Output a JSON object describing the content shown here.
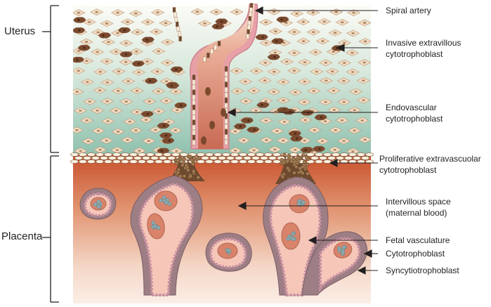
{
  "regions": {
    "uterus": "Uterus",
    "placenta": "Placenta"
  },
  "labels": {
    "spiral_artery": "Spiral artery",
    "invasive_line1": "Invasive extravillous",
    "invasive_line2": "cytotrophoblast",
    "endovascular_line1": "Endovascular",
    "endovascular_line2": "cytotrophoblast",
    "proliferative_line1": "Proliferative extravascuolar",
    "proliferative_line2": "cytotrophoblast",
    "intervillous_line1": "Intervillous space",
    "intervillous_line2": "(maternal blood)",
    "fetal_vasculature": "Fetal vasculature",
    "cytotrophoblast": "Cytotrophoblast",
    "syncytiotrophoblast": "Syncytiotrophoblast"
  },
  "colors": {
    "uterus_top": "#fbfbf6",
    "uterus_bottom": "#8fc1ae",
    "placenta_top": "#c8502c",
    "placenta_bottom": "#fbeee6",
    "decidual_cell": "#f3dcc0",
    "invasive_cell": "#7b4a2e",
    "artery_wall": "#e8a0a8",
    "artery_lumen": "#e08068",
    "villus_fill": "#f6c6b8",
    "syncytio_cell": "#9c7e84",
    "cyto_cell": "#f3dde8",
    "vessel_fill": "#d9836a",
    "blood_cell": "#8ea9ad"
  }
}
